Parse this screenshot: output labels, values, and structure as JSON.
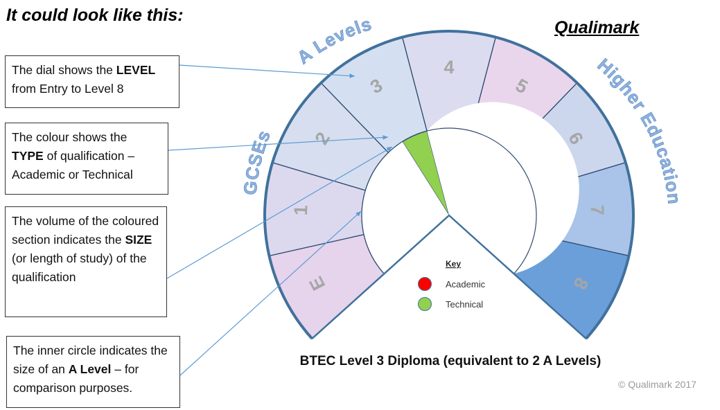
{
  "header": {
    "title": "It could look like this:",
    "brand": "Qualimark"
  },
  "callouts": [
    {
      "parts": [
        "The dial shows the ",
        "LEVEL",
        " from Entry to Level 8"
      ]
    },
    {
      "parts": [
        "The colour shows the ",
        "TYPE",
        " of qualification – Academic or Technical"
      ]
    },
    {
      "parts": [
        "The volume of the coloured section indicates the ",
        "SIZE",
        " (or length of study) of the qualification"
      ]
    },
    {
      "parts": [
        "The inner circle indicates the size of an ",
        "A Level",
        " – for comparison purposes."
      ]
    }
  ],
  "dial": {
    "levels": [
      "E",
      "1",
      "2",
      "3",
      "4",
      "5",
      "6",
      "7",
      "8"
    ],
    "arc_labels": {
      "gcses": "GCSEs",
      "a_levels": "A Levels",
      "higher_education": "Higher Education"
    },
    "filled_level": "3",
    "filled_fraction": 0.6,
    "filled_type": "Technical"
  },
  "key": {
    "title": "Key",
    "items": [
      {
        "label": "Academic",
        "color": "#ff0000"
      },
      {
        "label": "Technical",
        "color": "#92d050"
      }
    ]
  },
  "caption": "BTEC Level 3 Diploma (equivalent to 2 A Levels)",
  "copyright": "© Qualimark 2017",
  "colors": {
    "dial_border": "#41719c",
    "segment_line": "#2e4a70",
    "level_numeral": "#a6a6a6",
    "arc_label": "#8db3e2",
    "callout_line": "#5b9bd5",
    "technical_fill": "#92d050"
  }
}
